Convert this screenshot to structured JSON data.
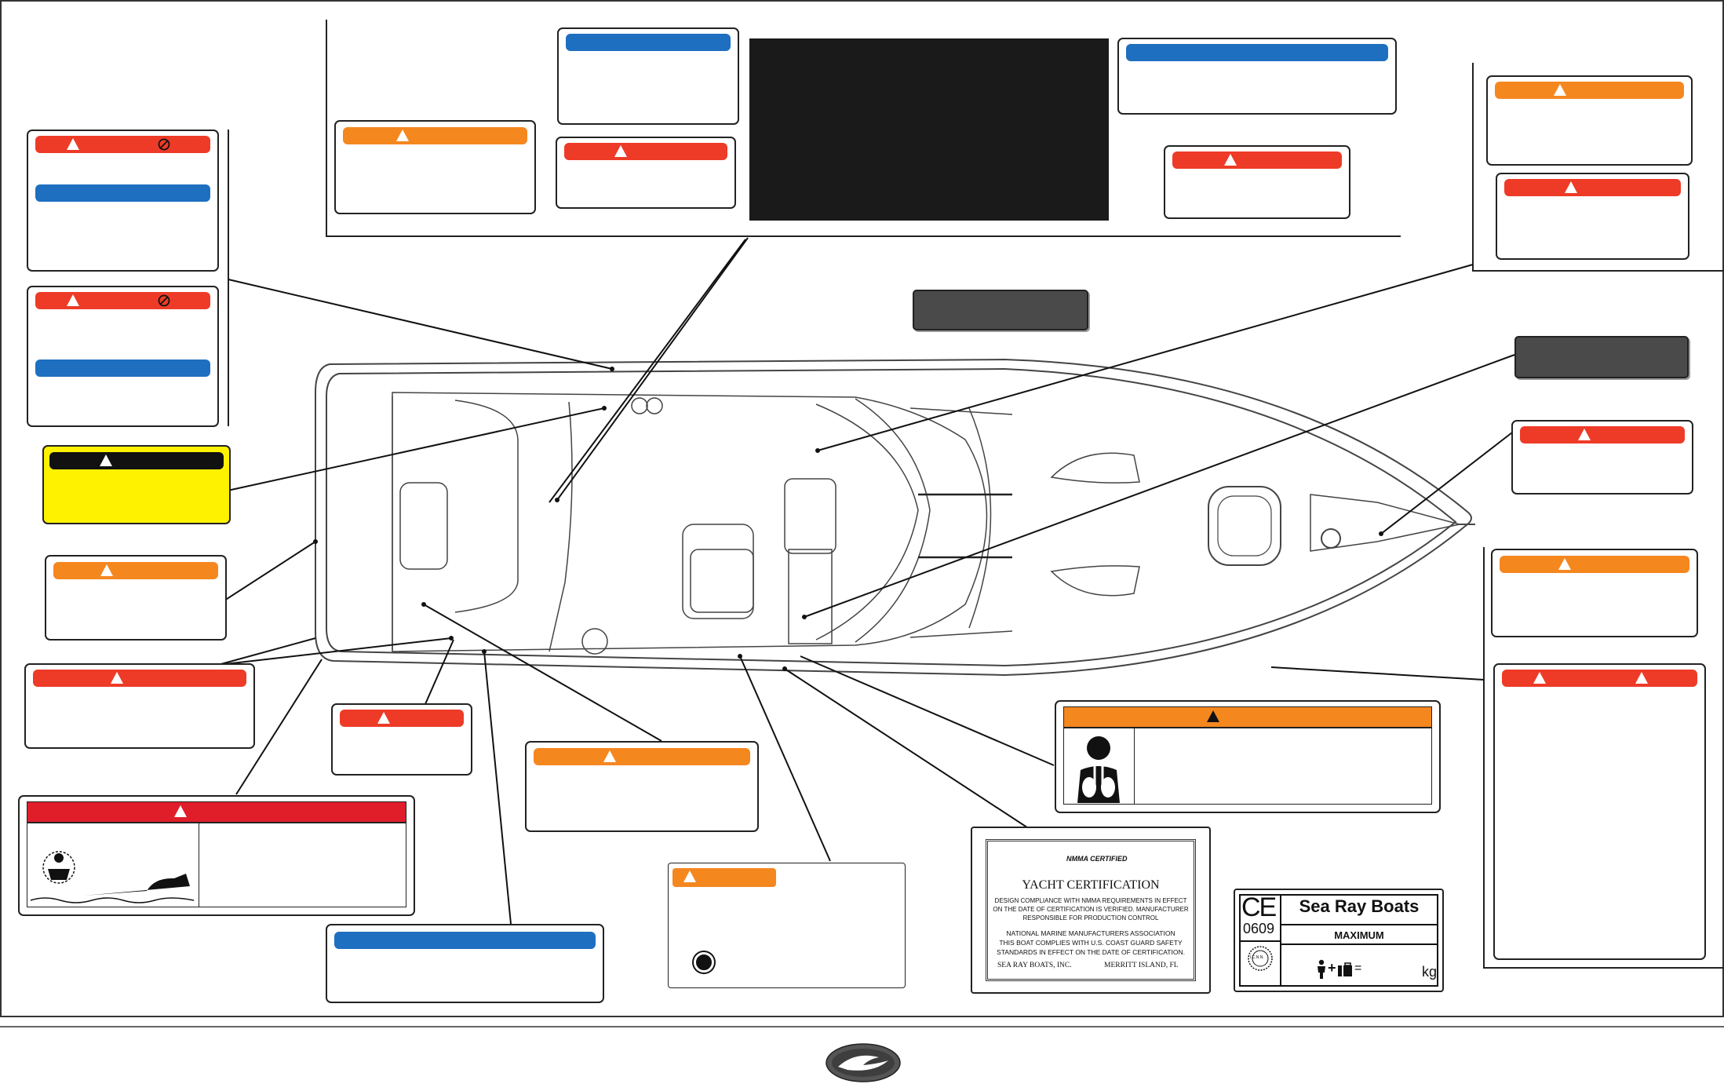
{
  "certification": {
    "nmma_logo": "NMMA CERTIFIED",
    "title": "YACHT CERTIFICATION",
    "line1": "DESIGN COMPLIANCE WITH NMMA REQUIREMENTS IN EFFECT",
    "line2": "ON THE DATE OF CERTIFICATION IS VERIFIED. MANUFACTURER",
    "line3": "RESPONSIBLE FOR PRODUCTION CONTROL",
    "assoc": "NATIONAL MARINE MANUFACTURERS ASSOCIATION",
    "line4": "THIS BOAT COMPLIES WITH U.S. COAST GUARD SAFETY",
    "line5": "STANDARDS IN EFFECT ON THE DATE OF CERTIFICATION.",
    "maker": "SEA RAY BOATS, INC.",
    "city": "MERRITT ISLAND, FL"
  },
  "ce_plate": {
    "ce_mark": "CE",
    "number": "0609",
    "seal": "I.C.N.N.",
    "brand": "Sea Ray Boats",
    "maximum": "MAXIMUM",
    "formula": "+",
    "equals": "=",
    "unit": "kg"
  },
  "colors": {
    "danger": "#ee3b27",
    "warning": "#f5871f",
    "notice": "#1e6fc0",
    "caution_yellow": "#fff200"
  },
  "icons": [
    "warning-triangle-icon",
    "no-symbol-icon",
    "carbon-monoxide-person-icon",
    "swimmer-propeller-icon",
    "sea-ray-logo-icon"
  ]
}
